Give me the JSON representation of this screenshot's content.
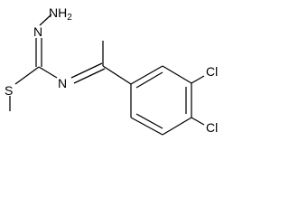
{
  "molecule": {
    "atoms": {
      "nh2_main": "NH",
      "nh2_sub": "2",
      "n_upper": "N",
      "n_imine": "N",
      "s": "S",
      "cl_3": "Cl",
      "cl_4": "Cl"
    }
  }
}
